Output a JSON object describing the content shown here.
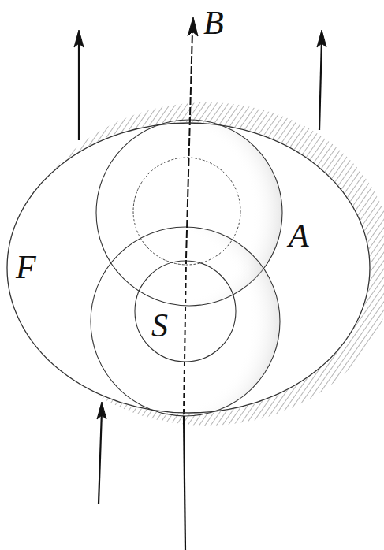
{
  "diagram": {
    "nodes": [
      {
        "text": [
          "F"
        ]
      },
      {
        "text": [
          "S"
        ],
        "in": 0
      }
    ],
    "labels": [
      "B",
      "A"
    ]
  }
}
